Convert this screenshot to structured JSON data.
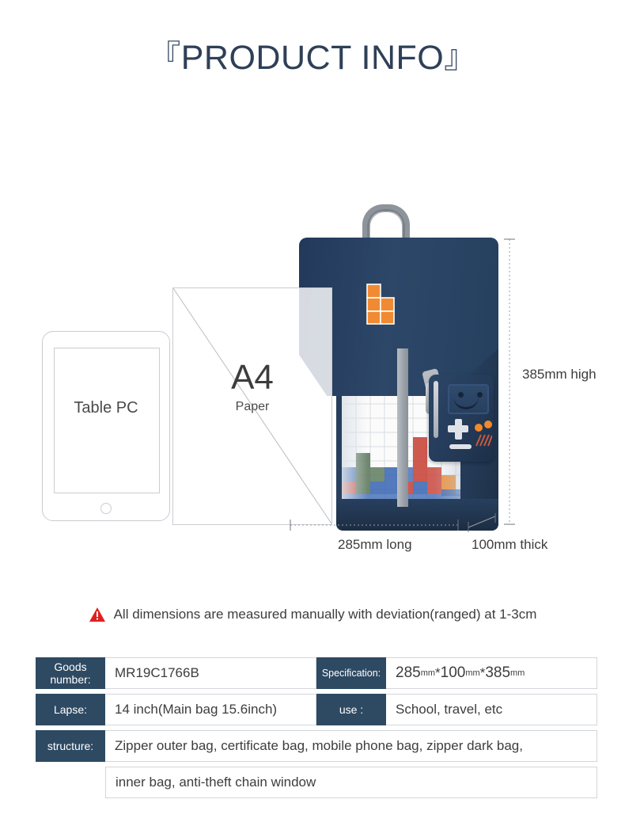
{
  "header": {
    "bracket_open": "『",
    "bracket_close": "』",
    "title": "PRODUCT INFO"
  },
  "illustration": {
    "tablet_label": "Table PC",
    "paper_label_big": "A4",
    "paper_label_small": "Paper",
    "dim_height": "385mm high",
    "dim_length": "285mm long",
    "dim_thickness": "100mm thick",
    "product": {
      "name": "backpack",
      "body_color": "#2c4568",
      "logo_color": "#f08b33",
      "accent_grey": "#b9bec4"
    }
  },
  "note": {
    "icon": "warning-triangle-icon",
    "icon_color": "#e02020",
    "text": "All dimensions are measured manually with deviation(ranged) at 1-3cm"
  },
  "spec_table": {
    "label_bg": "#2e4a63",
    "rows": [
      {
        "left": {
          "label": "Goods number:",
          "value": "MR19C1766B"
        },
        "right": {
          "label": "Specification:",
          "value_parts": [
            "285",
            "mm",
            " * ",
            "100",
            "mm",
            " * ",
            "385",
            "mm"
          ]
        }
      },
      {
        "left": {
          "label": "Lapse:",
          "value": "14 inch(Main bag 15.6inch)"
        },
        "right": {
          "label": "use :",
          "value": "School, travel, etc"
        }
      }
    ],
    "structure": {
      "label": "structure:",
      "line1": "Zipper outer bag, certificate bag, mobile phone bag, zipper dark bag,",
      "line2": "inner bag, anti-theft chain window"
    }
  }
}
